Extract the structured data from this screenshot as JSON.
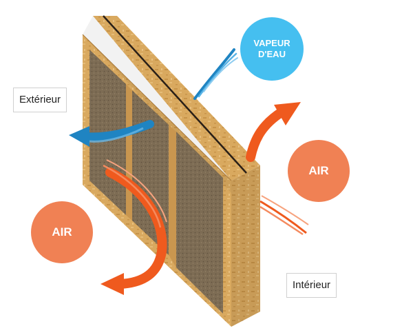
{
  "labels": {
    "exterior": "Extérieur",
    "interior": "Intérieur"
  },
  "bubbles": {
    "vapour": {
      "line1": "VAPEUR",
      "line2": "D'EAU",
      "color": "#45bff0"
    },
    "air_right": {
      "text": "AIR",
      "color": "#f08154"
    },
    "air_left": {
      "text": "AIR",
      "color": "#f08154"
    }
  },
  "colors": {
    "air_arrow": "#ef5a1e",
    "vapour_arrow": "#1f84c2",
    "panel_face": "#7a6a52",
    "osb": "#d8a65c"
  }
}
